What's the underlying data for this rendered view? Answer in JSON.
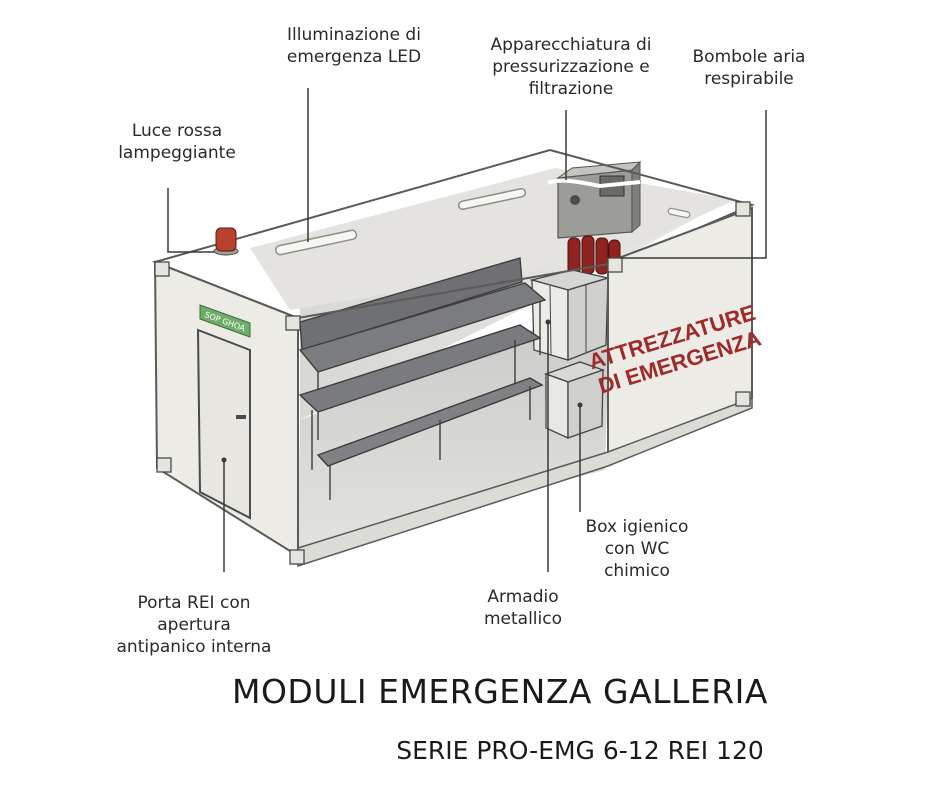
{
  "labels": {
    "illuminazione": [
      "Illuminazione di",
      "emergenza LED"
    ],
    "apparecchiatura": [
      "Apparecchiatura di",
      "pressurizzazione e",
      "filtrazione"
    ],
    "bombole": [
      "Bombole aria",
      "respirabile"
    ],
    "luce": [
      "Luce rossa",
      "lampeggiante"
    ],
    "box": [
      "Box igienico",
      "con WC",
      "chimico"
    ],
    "armadio": [
      "Armadio",
      "metallico"
    ],
    "porta": [
      "Porta REI con",
      "apertura",
      "antipanico interna"
    ]
  },
  "sign_text": [
    "ATTREZZATURE",
    "DI EMERGENZA"
  ],
  "door_sign": "SOP GHOA",
  "title": "MODULI EMERGENZA GALLERIA",
  "subtitle": "SERIE PRO-EMG 6-12 REI 120",
  "colors": {
    "sign_red": "#9e2a2a",
    "beacon_red": "#b8402e",
    "cylinder_red": "#8e2320",
    "door_sign_green": "#6fae6a",
    "shell": "#ecebe6"
  }
}
